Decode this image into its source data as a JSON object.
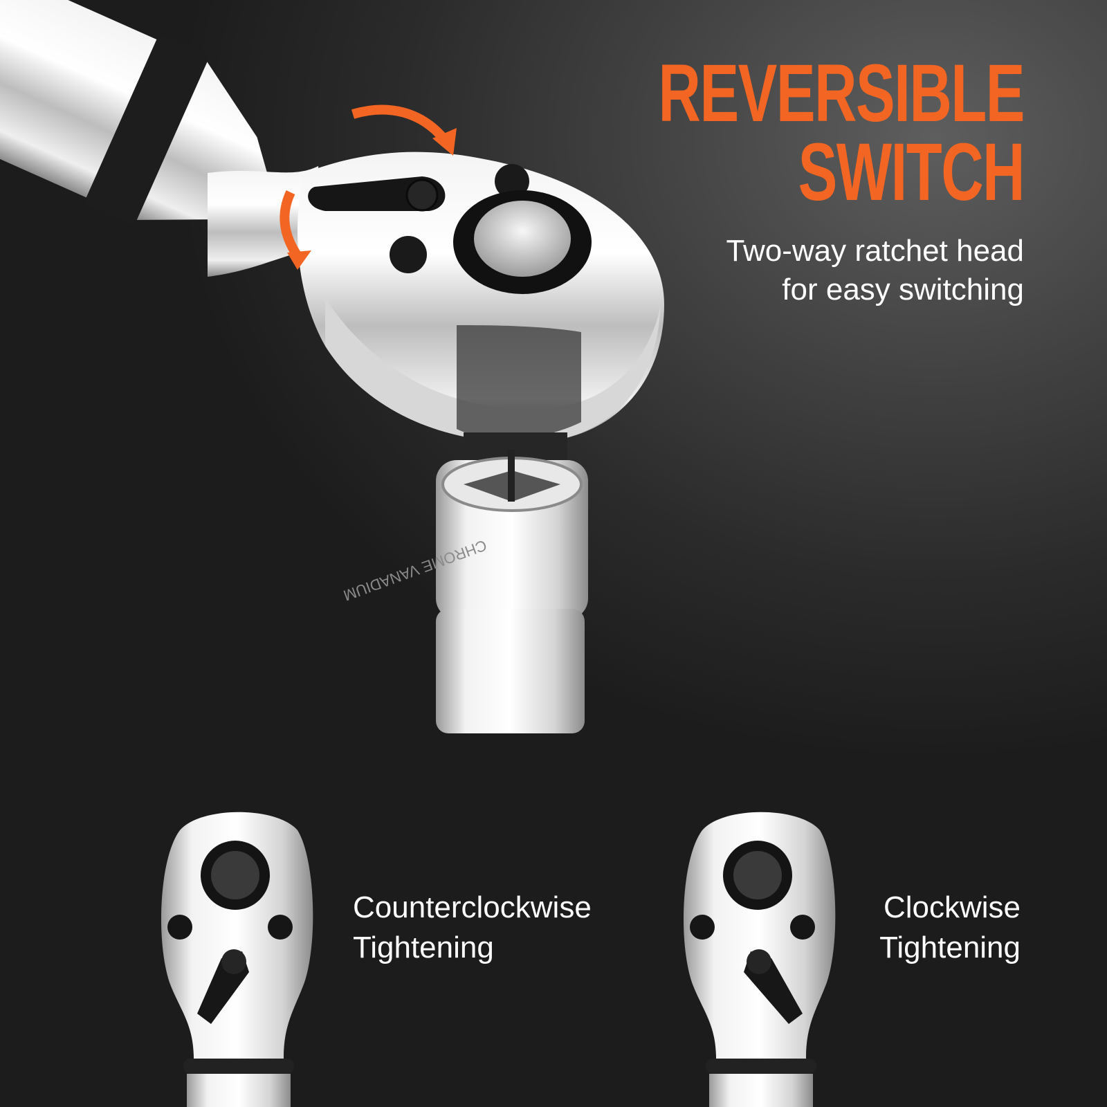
{
  "header": {
    "title_line1": "REVERSIBLE",
    "title_line2": "SWITCH",
    "subtitle_line1": "Two-way ratchet head",
    "subtitle_line2": "for easy switching"
  },
  "captions": {
    "left": {
      "line1": "Counterclockwise",
      "line2": "Tightening"
    },
    "right": {
      "line1": "Clockwise",
      "line2": "Tightening"
    }
  },
  "product": {
    "socket_engraving": "CHROME VANADIUM"
  },
  "colors": {
    "accent": "#f26522",
    "text": "#ffffff",
    "background": "#2e2e2e"
  }
}
